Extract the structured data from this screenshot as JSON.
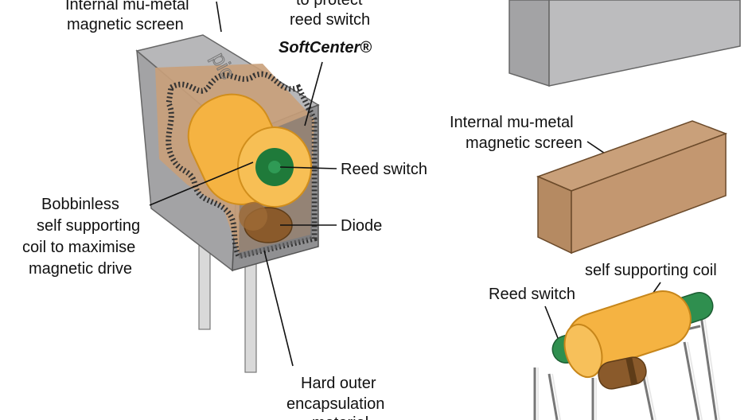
{
  "labels": {
    "screen_left_1": "Internal mu-metal",
    "screen_left_2": "magnetic screen",
    "protect_1": "to protect",
    "protect_2": "reed switch",
    "softcenter": "SoftCenter®",
    "reed_switch": "Reed switch",
    "diode": "Diode",
    "bobbin_1": "Bobbinless",
    "bobbin_2": "self supporting",
    "bobbin_3": "coil to maximise",
    "bobbin_4": "magnetic drive",
    "outer_1": "Hard outer",
    "outer_2": "encapsulation",
    "outer_3": "material",
    "screen_right_1": "Internal mu-metal",
    "screen_right_2": "magnetic screen",
    "self_coil": "self supporting coil",
    "reed_switch_right": "Reed switch",
    "logo_text": "pic"
  },
  "colors": {
    "case_gray": "#a9a9ab",
    "case_dark": "#8e8e90",
    "screen_brown": "#c9a07a",
    "coil_orange": "#f5b342",
    "reed_green": "#1f7a3a",
    "diode_brown": "#8a5a2b",
    "pin_gray": "#d9d9d9"
  }
}
